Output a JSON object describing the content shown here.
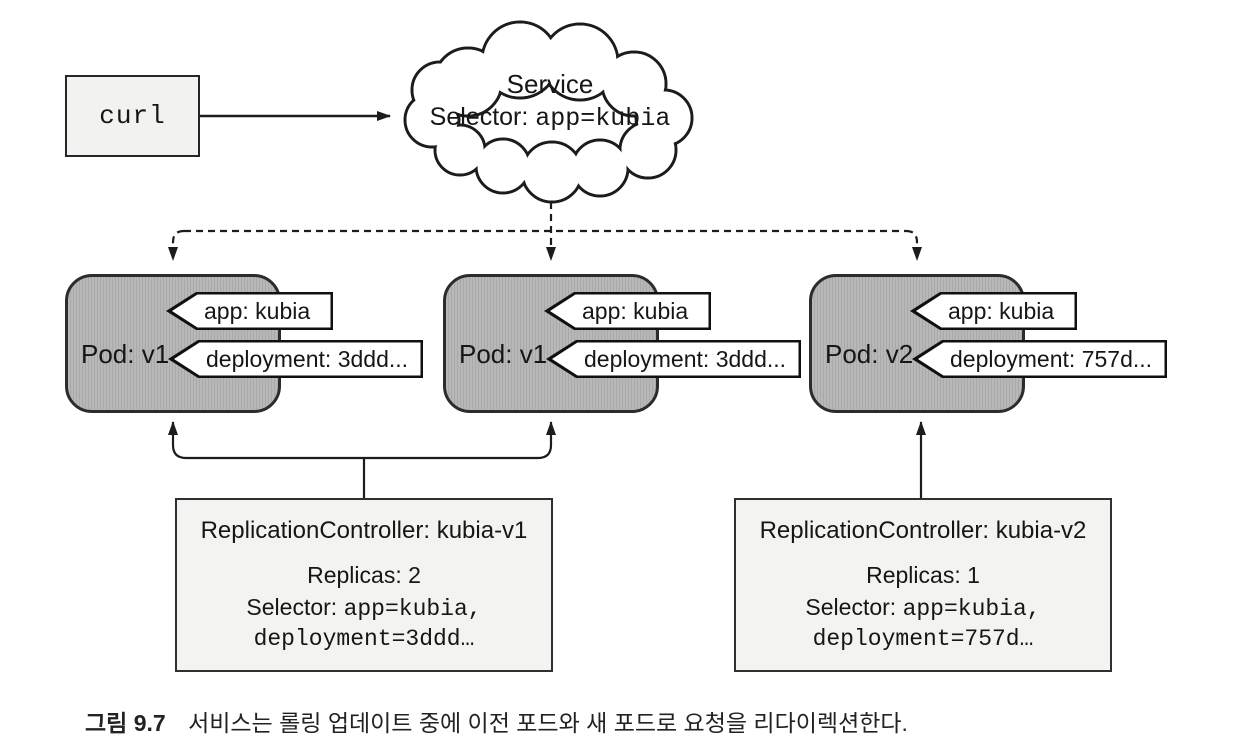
{
  "client": {
    "label": "curl"
  },
  "service": {
    "name": "Service",
    "selector_label": "Selector:",
    "selector_value": "app=kubia"
  },
  "pods": [
    {
      "name": "Pod: v1",
      "tags": [
        "app: kubia",
        "deployment: 3ddd..."
      ]
    },
    {
      "name": "Pod: v1",
      "tags": [
        "app: kubia",
        "deployment: 3ddd..."
      ]
    },
    {
      "name": "Pod: v2",
      "tags": [
        "app: kubia",
        "deployment: 757d..."
      ]
    }
  ],
  "controllers": [
    {
      "title": "ReplicationController: kubia-v1",
      "replicas": "Replicas: 2",
      "selector_label": "Selector:",
      "selector_value": "app=kubia,",
      "selector_value2": "deployment=3ddd…"
    },
    {
      "title": "ReplicationController: kubia-v2",
      "replicas": "Replicas: 1",
      "selector_label": "Selector:",
      "selector_value": "app=kubia,",
      "selector_value2": "deployment=757d…"
    }
  ],
  "caption": {
    "label": "그림 9.7",
    "text": "서비스는 롤링 업데이트 중에 이전 포드와 새 포드로 요청을 리다이렉션한다."
  },
  "colors": {
    "pod_fill": "#b3b3b3",
    "box_fill": "#f3f3f1",
    "line": "#1c1c1c"
  }
}
